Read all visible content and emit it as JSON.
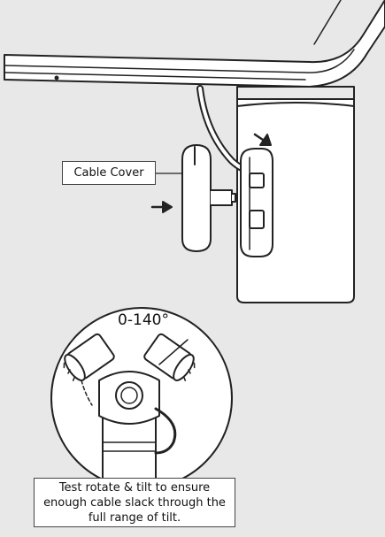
{
  "labels": {
    "cable_cover": "Cable Cover",
    "tilt_range": "0-140°",
    "instruction": "Test rotate & tilt to ensure enough cable slack through the full range of tilt."
  },
  "icons": [
    "arrow-right-icon",
    "arrow-down-right-icon"
  ],
  "colors": {
    "background": "#e8e8e8",
    "line": "#222222",
    "fill": "#ffffff"
  }
}
